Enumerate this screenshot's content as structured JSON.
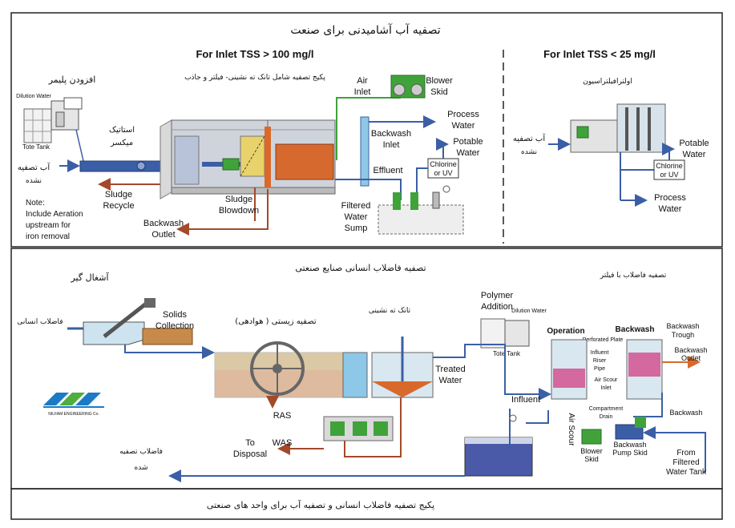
{
  "top": {
    "title_fa": "تصفیه آب آشامیدنی برای صنعت",
    "left_heading": "For Inlet TSS > 100 mg/l",
    "right_heading": "For Inlet TSS < 25 mg/l",
    "package_fa": "پکیج تصفیه شامل تانک ته نشینی- فیلتر و جاذب",
    "polymer_fa": "افزودن پلیمر",
    "dilution_water": "Dilution Water",
    "tote_tank": "Tote Tank",
    "static_mixer_fa_1": "استاتیک",
    "static_mixer_fa_2": "میکسر",
    "raw_water_fa_1": "آب تصفیه",
    "raw_water_fa_2": "نشده",
    "sludge_recycle_1": "Sludge",
    "sludge_recycle_2": "Recycle",
    "note_1": "Note:",
    "note_2": "Include Aeration",
    "note_3": "upstream for",
    "note_4": "iron removal",
    "sludge_blowdown_1": "Sludge",
    "sludge_blowdown_2": "Blowdown",
    "backwash_outlet_1": "Backwash",
    "backwash_outlet_2": "Outlet",
    "air_inlet_1": "Air",
    "air_inlet_2": "Inlet",
    "blower_skid_1": "Blower",
    "blower_skid_2": "Skid",
    "backwash_inlet_1": "Backwash",
    "backwash_inlet_2": "Inlet",
    "process_water_1": "Process",
    "process_water_2": "Water",
    "potable_water_1": "Potable",
    "potable_water_2": "Water",
    "chlorine_1": "Chlorine",
    "chlorine_2": "or UV",
    "effluent": "Effluent",
    "filtered_1": "Filtered",
    "filtered_2": "Water",
    "filtered_3": "Sump",
    "uf_fa": "اولترافیلتراسیون",
    "r_raw_fa_1": "آب تصفیه",
    "r_raw_fa_2": "نشده",
    "r_potable_1": "Potable",
    "r_potable_2": "Water",
    "r_chlorine_1": "Chlorine",
    "r_chlorine_2": "or UV",
    "r_process_1": "Process",
    "r_process_2": "Water"
  },
  "bottom": {
    "title_fa": "تصفیه فاضلاب انسانی صنایع صنعتی",
    "screen_fa": "آشغال گیر",
    "wastewater_fa": "فاضلاب انسانی",
    "solids_1": "Solids",
    "solids_2": "Collection",
    "bio_fa": "تصفیه زیستی ( هوادهی)",
    "clarifier_fa": "تانک ته نشینی",
    "ras": "RAS",
    "to_disposal_1": "To",
    "to_disposal_2": "Disposal",
    "was": "WAS",
    "treated_1": "Treated",
    "treated_2": "Water",
    "polymer_1": "Polymer",
    "polymer_2": "Addition",
    "dilution_water": "Dilution Water",
    "tote_tank": "Tote Tank",
    "filter_fa": "تصفیه فاضلاب با فیلتر",
    "operation": "Operation",
    "backwash": "Backwash",
    "perforated_plate": "Perforated Plate",
    "backwash_trough_1": "Backwash",
    "backwash_trough_2": "Trough",
    "influent_riser_1": "Influent",
    "influent_riser_2": "Riser",
    "influent_riser_3": "Pipe",
    "air_scour_inlet_1": "Air Scour",
    "air_scour_inlet_2": "Inlet",
    "backwash_outlet_1": "Backwash",
    "backwash_outlet_2": "Outlet",
    "influent": "Influent",
    "air_scour": "Air Scour",
    "compartment_drain_1": "Compartment",
    "compartment_drain_2": "Drain",
    "backwash_label": "Backwash",
    "blower_skid_1": "Blower",
    "blower_skid_2": "Skid",
    "bw_pump_skid_1": "Backwash",
    "bw_pump_skid_2": "Pump Skid",
    "from_filtered_1": "From",
    "from_filtered_2": "Filtered",
    "from_filtered_3": "Water Tank",
    "treated_effluent_fa_1": "فاضلاب تصفیه",
    "treated_effluent_fa_2": "شده",
    "logo_text": "NILFAM ENGINEERING Co."
  },
  "footer": {
    "caption_fa": "پکیج تصفیه فاضلاب انسانی و تصفیه آب برای واحد های صنعتی"
  },
  "colors": {
    "blue_pipe": "#3b5fa6",
    "brown_pipe": "#a34a2a",
    "green_pipe": "#3fa33a",
    "tank_gray": "#c9c9c9",
    "sludge": "#b8672a",
    "water": "#5a70b0",
    "logo_blue": "#1c7bc4",
    "logo_green": "#4fae3c"
  }
}
